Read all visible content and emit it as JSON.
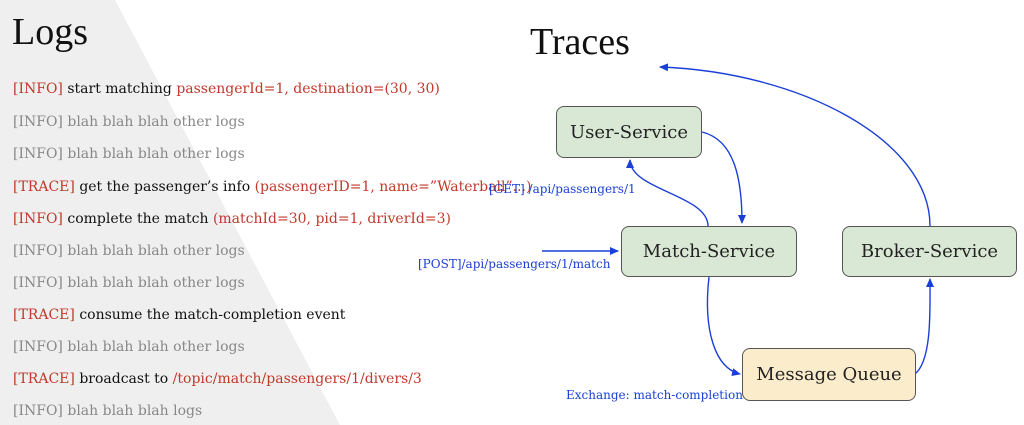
{
  "logs": {
    "title": "Logs",
    "lines": [
      {
        "tag": "[INFO]",
        "message": "start matching",
        "detail": "passengerId=1, destination=(30, 30)",
        "style": "highlight"
      },
      {
        "tag": "[INFO]",
        "message": "blah blah blah other logs",
        "detail": "",
        "style": "gray"
      },
      {
        "tag": "[INFO]",
        "message": "blah blah blah other logs",
        "detail": "",
        "style": "gray"
      },
      {
        "tag": "[TRACE]",
        "message": "get the  passenger’s info",
        "detail": "(passengerID=1, name=”Waterball”...)",
        "style": "highlight"
      },
      {
        "tag": "[INFO]",
        "message": "complete the match",
        "detail": "(matchId=30, pid=1, driverId=3)",
        "style": "highlight"
      },
      {
        "tag": "[INFO]",
        "message": "blah blah blah other logs",
        "detail": "",
        "style": "gray"
      },
      {
        "tag": "[INFO]",
        "message": "blah blah blah other logs",
        "detail": "",
        "style": "gray"
      },
      {
        "tag": "[TRACE]",
        "message": "consume the match-completion event",
        "detail": "",
        "style": "highlight"
      },
      {
        "tag": "[INFO]",
        "message": "blah blah blah other logs",
        "detail": "",
        "style": "gray"
      },
      {
        "tag": "[TRACE]",
        "message": "broadcast to",
        "detail": "/topic/match/passengers/1/divers/3",
        "style": "highlight"
      },
      {
        "tag": "[INFO]",
        "message": "blah blah blah logs",
        "detail": "",
        "style": "gray"
      }
    ]
  },
  "traces": {
    "title": "Traces",
    "nodes": {
      "user_service": "User-Service",
      "match_service": "Match-Service",
      "broker_service": "Broker-Service",
      "message_queue": "Message Queue"
    },
    "edge_labels": {
      "get_passenger": "[GET] /api/passengers/1",
      "post_match": "[POST]/api/passengers/1/match",
      "exchange": "Exchange: match-completion"
    }
  },
  "colors": {
    "accent_red": "#c0392b",
    "edge_blue": "#1a3fd6",
    "node_green": "#d9e8d4",
    "node_yellow": "#fbeccb",
    "gray_text": "#888888",
    "panel_gray": "#efefef"
  }
}
